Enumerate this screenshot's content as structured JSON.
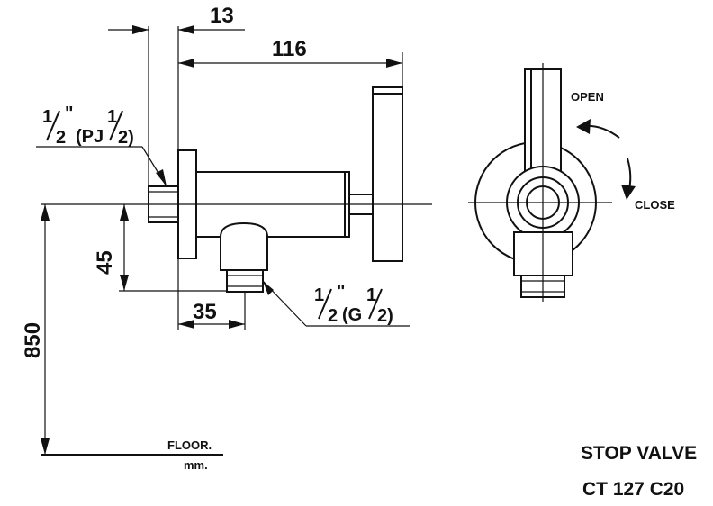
{
  "dimensions": {
    "flange_thickness": "13",
    "overall_length": "116",
    "vertical_offset": "45",
    "outlet_offset": "35",
    "floor_height": "850"
  },
  "thread_labels": {
    "inlet": {
      "num": "1",
      "frac_rest": "2",
      "inch": "\"",
      "spec_open": "(PJ",
      "spec_num": "1",
      "spec_den": "2)"
    },
    "outlet": {
      "num": "1",
      "frac_rest": "2",
      "inch": "\"",
      "spec_open": "(G",
      "spec_num": "1",
      "spec_den": "2)"
    }
  },
  "rotation": {
    "open": "OPEN",
    "close": "CLOSE"
  },
  "floor": {
    "label": "FLOOR.",
    "unit": "mm."
  },
  "product": {
    "name": "STOP VALVE",
    "code": "CT 127 C20"
  },
  "icons": {
    "open_arrow": "curved-arrow-icon",
    "close_arrow": "curved-arrow-icon"
  },
  "colors": {
    "line": "#111111",
    "background": "#ffffff"
  }
}
